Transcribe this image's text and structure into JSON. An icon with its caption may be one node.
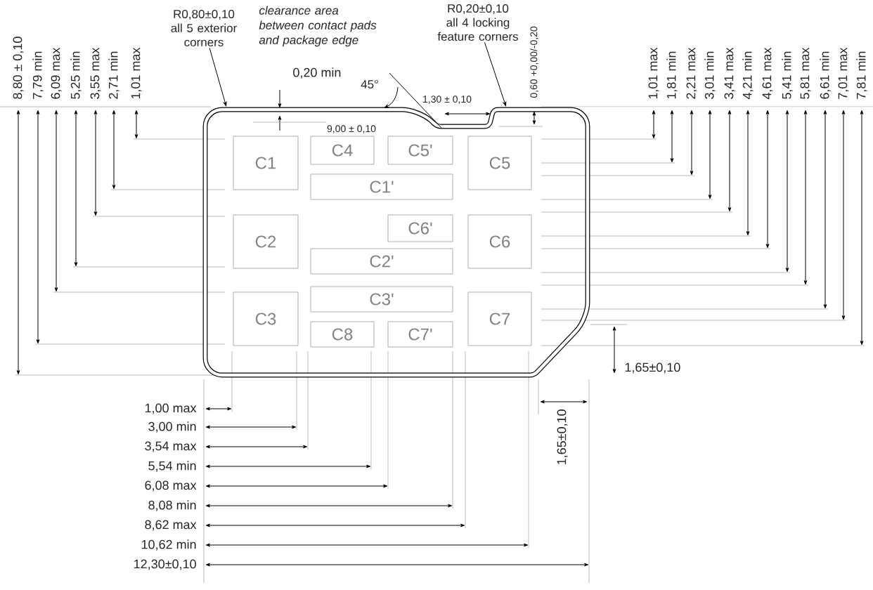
{
  "diagram": {
    "nodes": [
      {
        "text": [
          "R0,80±0,10 all 5 exterior corners"
        ]
      },
      {
        "text": [
          "R0,20±0,10 all 4 locking feature corners"
        ]
      },
      {
        "text": [
          "C1"
        ]
      },
      {
        "text": [
          "C4"
        ]
      },
      {
        "text": [
          "C5'"
        ]
      },
      {
        "text": [
          "C5"
        ]
      },
      {
        "text": [
          "C1'"
        ]
      },
      {
        "text": [
          "C2"
        ]
      },
      {
        "text": [
          "C6'"
        ]
      },
      {
        "text": [
          "C6"
        ]
      },
      {
        "text": [
          "C2'"
        ]
      },
      {
        "text": [
          "C3"
        ]
      },
      {
        "text": [
          "C3'"
        ]
      },
      {
        "text": [
          "C7"
        ]
      },
      {
        "text": [
          "C8"
        ]
      },
      {
        "text": [
          "C7'"
        ]
      }
    ],
    "edges": [
      {
        "from": 0,
        "to": null,
        "arrow": "to"
      },
      {
        "from": 1,
        "to": null,
        "arrow": "to"
      }
    ],
    "labels": [
      "8,80 ± 0,10",
      "7,79 min",
      "6,09 max",
      "5,25 min",
      "3,55 max",
      "2,71 min",
      "1,01 max",
      "clearance area between contact pads and package edge",
      "0,20 min",
      "45°",
      "1,30 ± 0,10",
      "0,60 +0,00/-0,20",
      "1,01 max",
      "1,81 min",
      "2,21 max",
      "3,01 min",
      "3,41 max",
      "4,21 min",
      "4,61 max",
      "5,41 min",
      "5,81 max",
      "6,61 min",
      "7,01 max",
      "7,81 min",
      "9,00 ± 0,10",
      "1,65±0,10",
      "1,00 max",
      "3,00 min",
      "3,54 max",
      "5,54 min",
      "6,08 max",
      "8,08 min",
      "8,62 max",
      "10,62 min",
      "12,30±0,10",
      "1,65±0,10"
    ]
  }
}
